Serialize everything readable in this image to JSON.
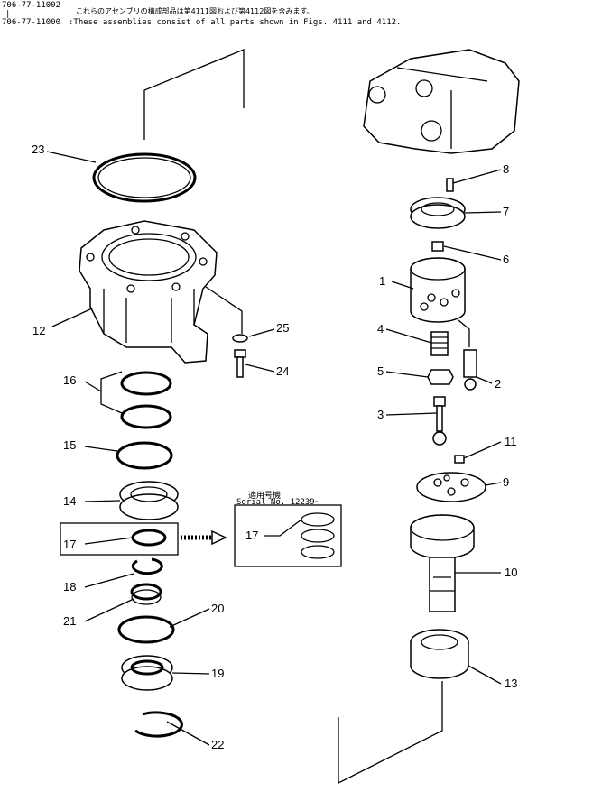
{
  "header": {
    "part_number_a": "706-77-11002",
    "range_mark": "|",
    "part_number_b": "706-77-11000",
    "note_jp": "これらのアセンブリの構成部品は第4111図および第4112図を含みます。",
    "note_en": ":These assemblies consist of all parts shown in Figs. 4111 and 4112."
  },
  "callouts": [
    "1",
    "2",
    "3",
    "4",
    "5",
    "6",
    "7",
    "8",
    "9",
    "10",
    "11",
    "12",
    "13",
    "14",
    "15",
    "16",
    "17",
    "18",
    "19",
    "20",
    "21",
    "22",
    "23",
    "24",
    "25"
  ],
  "inset": {
    "title_jp": "適用号機",
    "serial": "Serial No. 12239~",
    "part_label": "17"
  },
  "arrow_source_label": "17"
}
